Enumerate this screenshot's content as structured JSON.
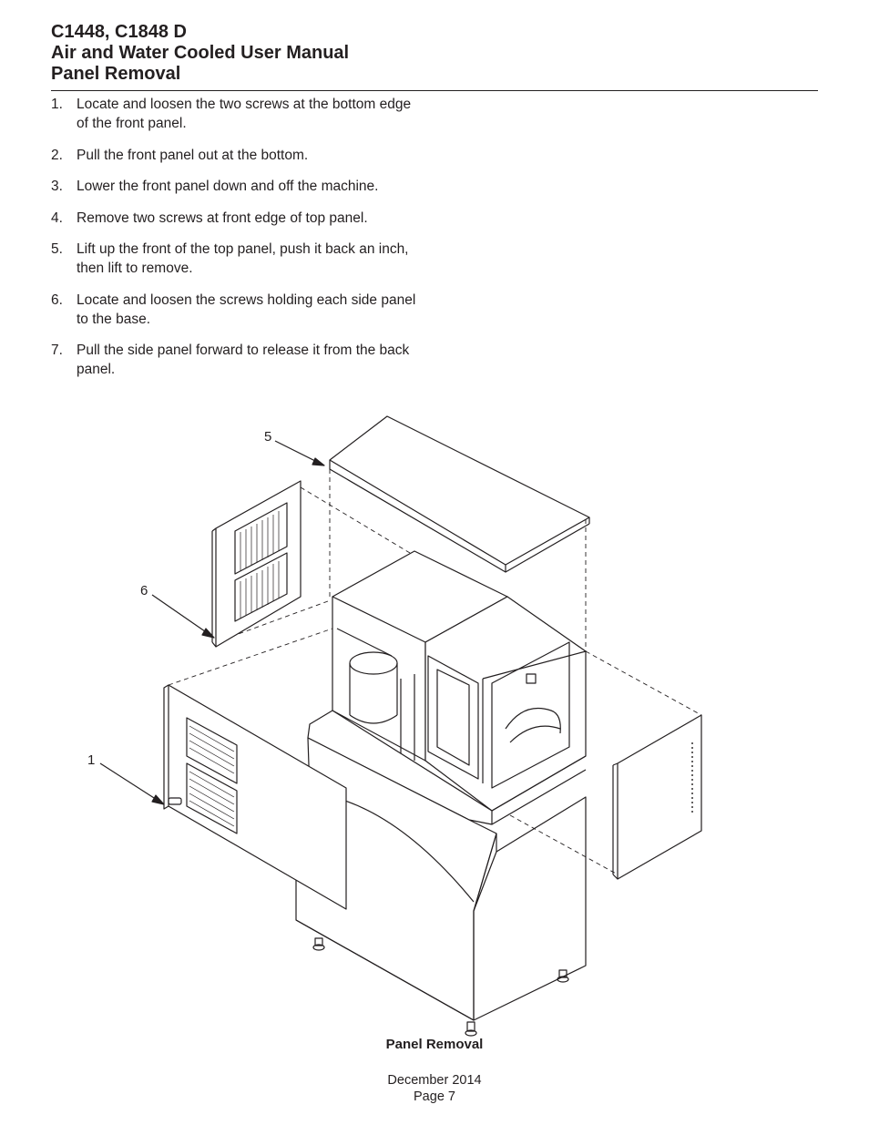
{
  "header": {
    "line1": "C1448, C1848 D",
    "line2": "Air and Water Cooled User Manual",
    "line3": "Panel Removal"
  },
  "steps": [
    {
      "num": "1.",
      "text": "Locate and loosen the two screws at the bottom edge of the front panel."
    },
    {
      "num": "2.",
      "text": "Pull the front panel out at the bottom."
    },
    {
      "num": "3.",
      "text": "Lower the front panel down and off the machine."
    },
    {
      "num": "4.",
      "text": "Remove two screws at front edge of top panel."
    },
    {
      "num": "5.",
      "text": "Lift up the front of the top panel, push it back an inch, then lift to remove."
    },
    {
      "num": "6.",
      "text": "Locate and loosen the screws holding each side panel to the base."
    },
    {
      "num": "7.",
      "text": "Pull the side panel forward to release it from the back panel."
    }
  ],
  "figure": {
    "callouts": {
      "c5": "5",
      "c6": "6",
      "c1": "1"
    },
    "caption": "Panel Removal"
  },
  "footer": {
    "date": "December 2014",
    "page": "Page 7"
  }
}
